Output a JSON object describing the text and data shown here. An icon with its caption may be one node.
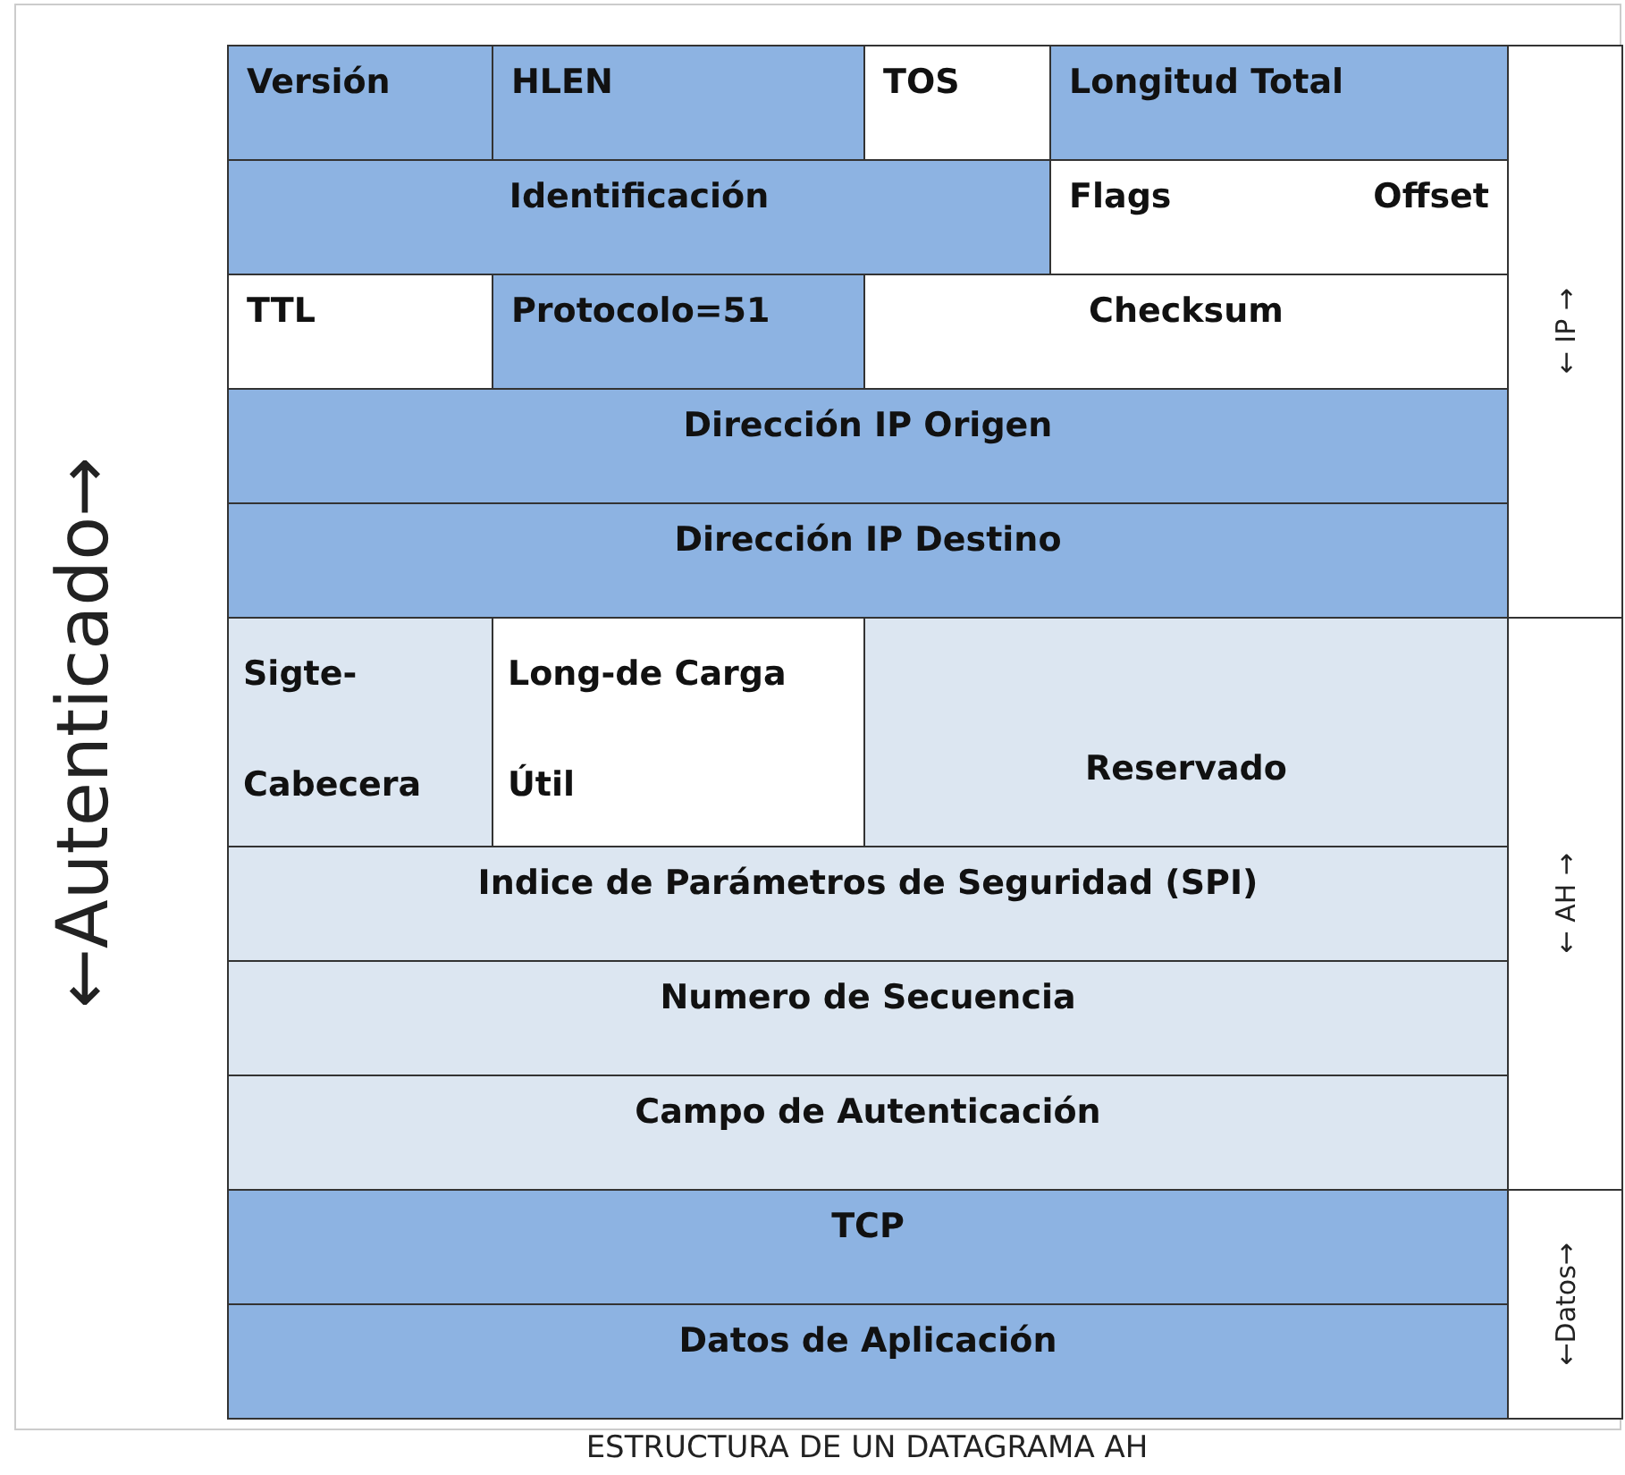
{
  "diagram": {
    "caption": "ESTRUCTURA DE UN DATAGRAMA AH",
    "labels": [
      "Versión",
      "HLEN",
      "TOS",
      "Longitud Total",
      "Identificación",
      "Flags",
      "Offset",
      "TTL",
      "Protocolo=51",
      "Checksum",
      "Dirección IP Origen",
      "Dirección IP Destino",
      "Sigte- Cabecera",
      "Long-de Carga Útil",
      "Reservado",
      "Indice de Parámetros de Seguridad (SPI)",
      "Numero de Secuencia",
      "Campo de Autenticación",
      "TCP",
      "Datos de Aplicación",
      "← IP →",
      "← AH →",
      "←Datos→",
      "←Autenticado→"
    ]
  }
}
